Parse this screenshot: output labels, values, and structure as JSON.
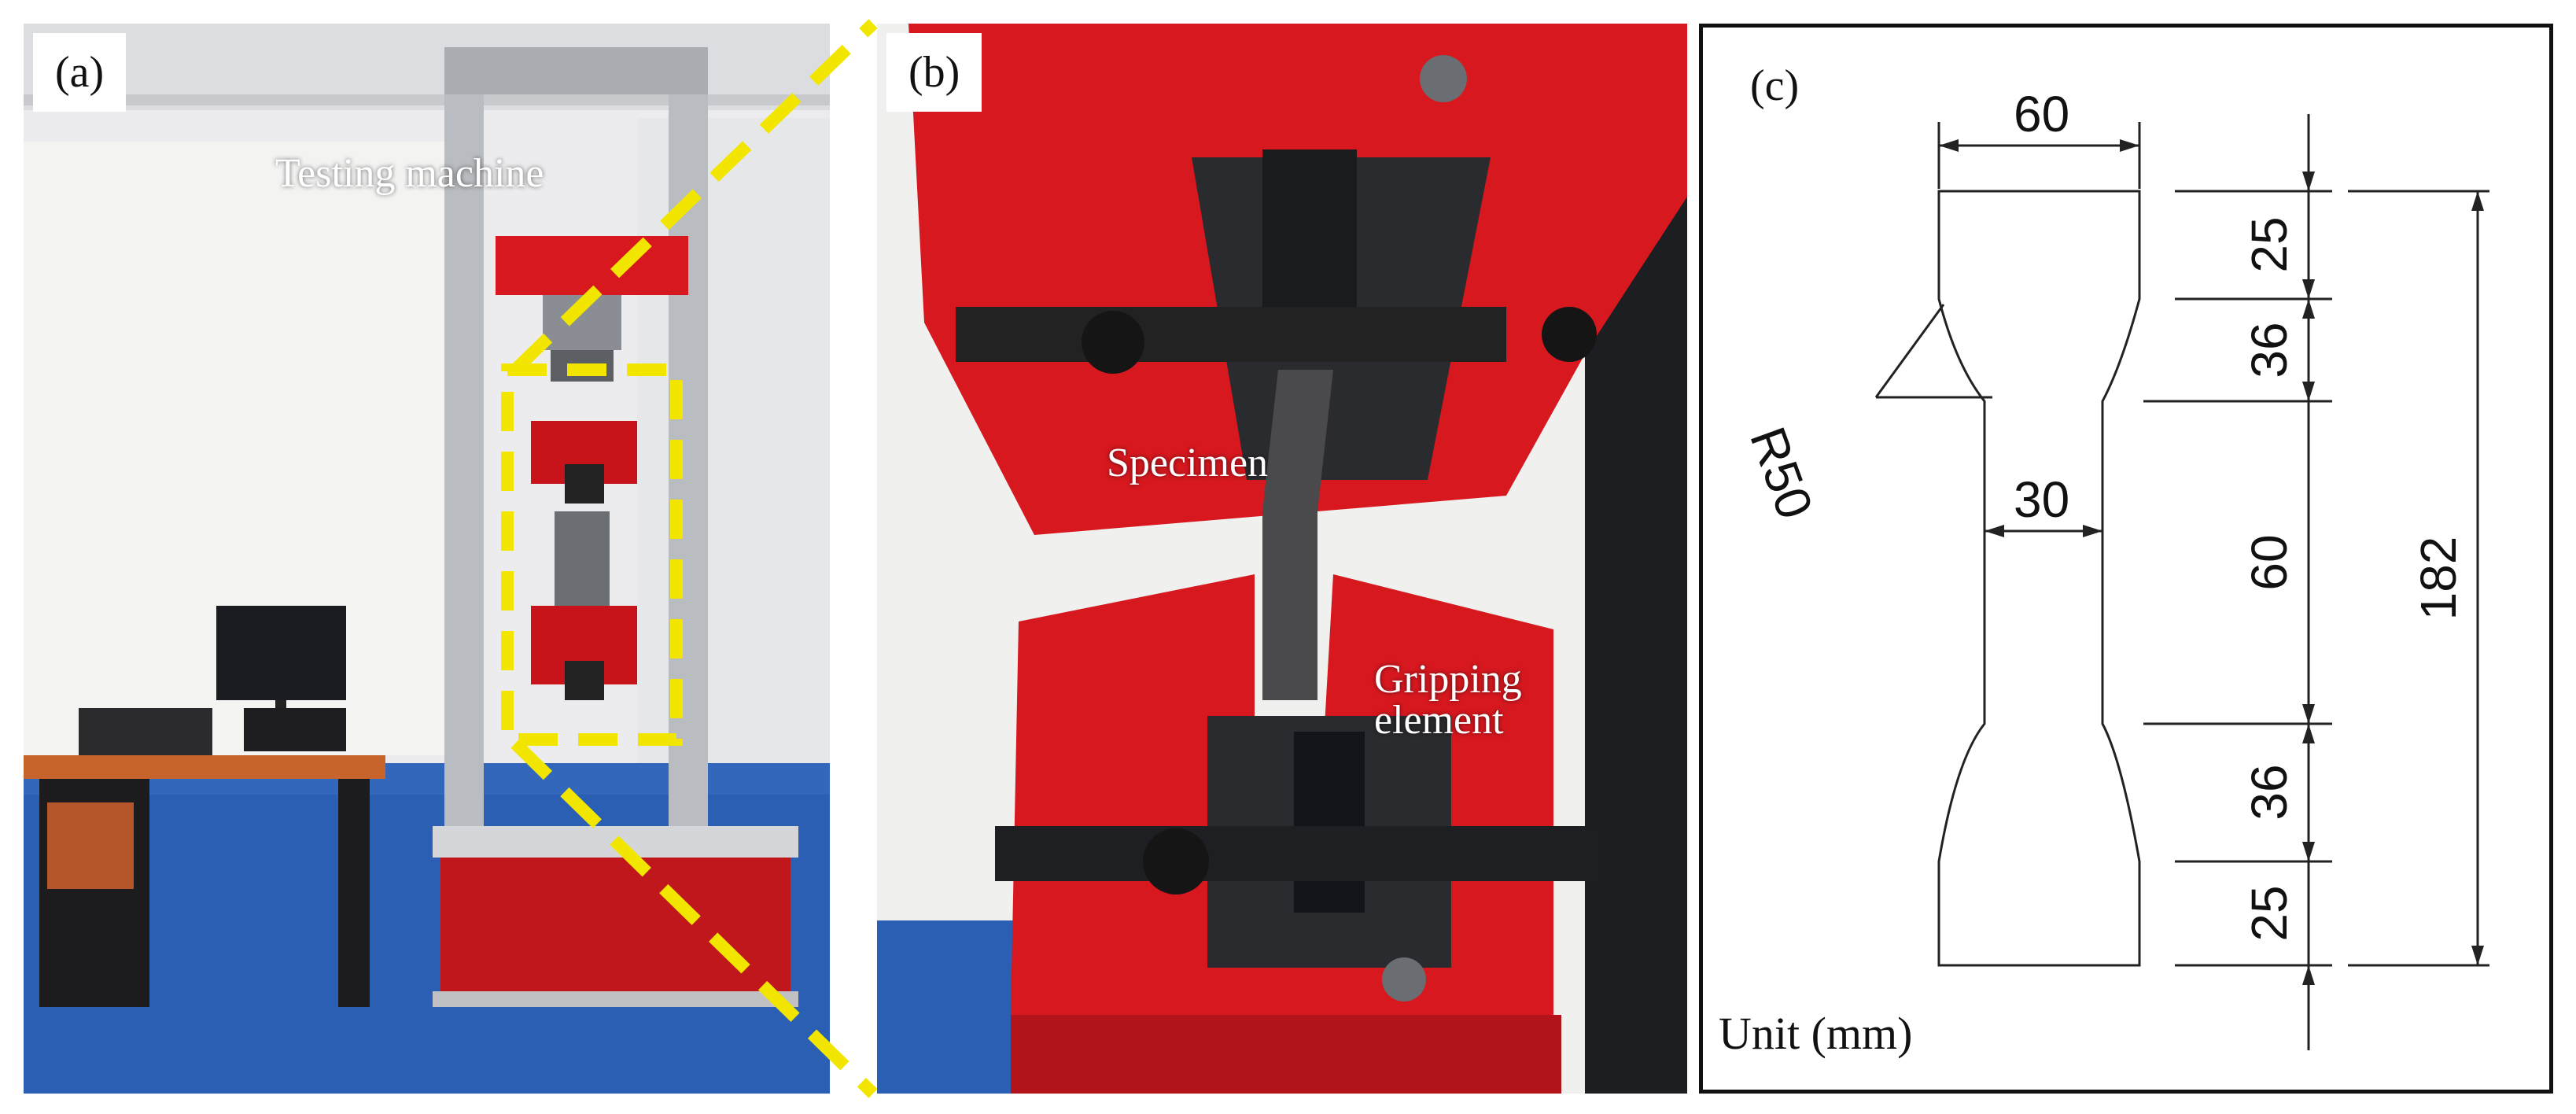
{
  "panels": {
    "a": {
      "tag": "(a)",
      "label": "Testing machine"
    },
    "b": {
      "tag": "(b)",
      "label_specimen": "Specimen",
      "label_grip_line1": "Gripping",
      "label_grip_line2": "element"
    },
    "c": {
      "tag": "(c)",
      "unit_label": "Unit (mm)",
      "dimensions": {
        "top_width": "60",
        "neck_width": "30",
        "radius": "R50",
        "seg_top_grip": "25",
        "seg_top_transition": "36",
        "seg_gauge": "60",
        "seg_bottom_transition": "36",
        "seg_bottom_grip": "25",
        "total_length": "182"
      }
    }
  },
  "colors": {
    "highlight_yellow": "#f2e600",
    "machine_red": "#d7181f",
    "floor_blue": "#2a5fb3",
    "frame_grey": "#b9bcc0"
  }
}
